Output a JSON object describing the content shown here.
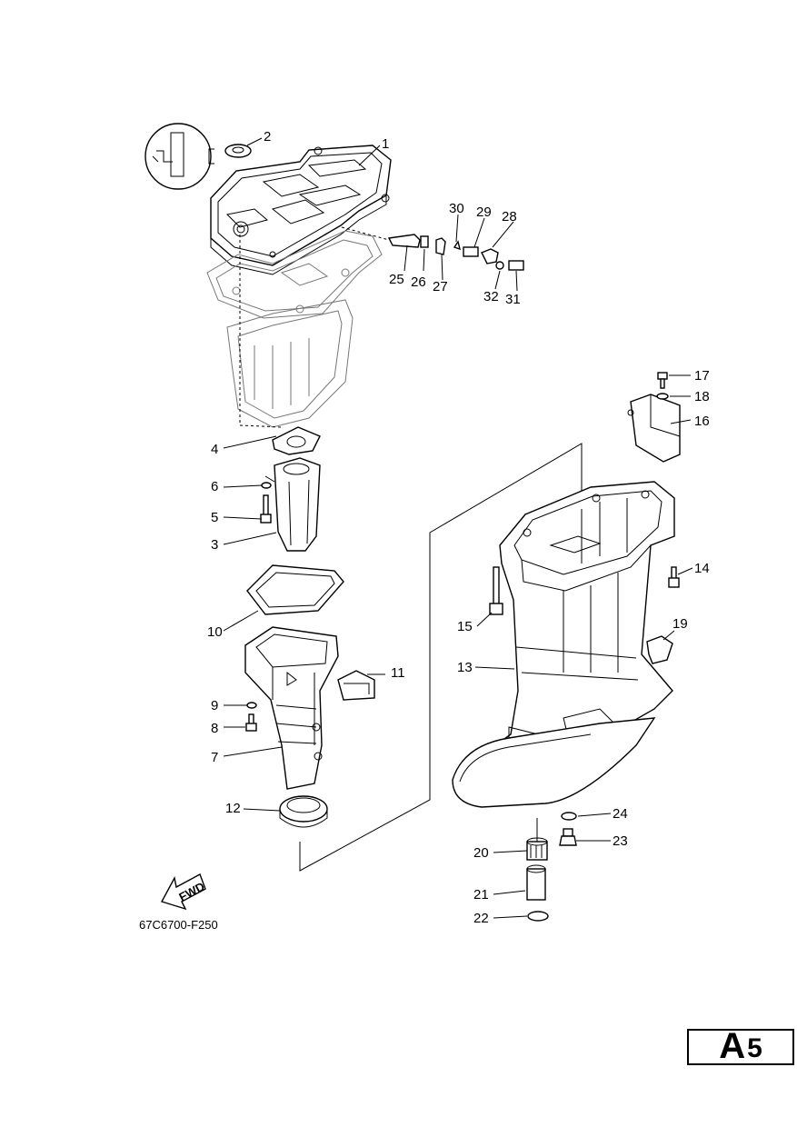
{
  "diagram": {
    "part_code": "67C6700-F250",
    "fwd_label": "FWD",
    "callouts": [
      "1",
      "2",
      "3",
      "4",
      "5",
      "6",
      "7",
      "8",
      "9",
      "10",
      "11",
      "12",
      "13",
      "14",
      "15",
      "16",
      "17",
      "18",
      "19",
      "20",
      "21",
      "22",
      "23",
      "24",
      "25",
      "26",
      "27",
      "28",
      "29",
      "30",
      "31",
      "32"
    ]
  },
  "page_badge": {
    "letter": "A",
    "digit": "5"
  }
}
